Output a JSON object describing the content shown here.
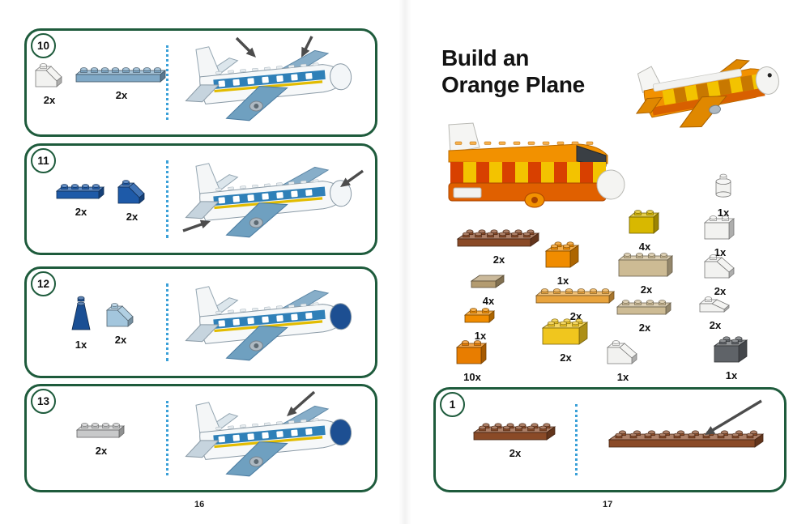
{
  "book": {
    "accent_green": "#1e5b3c",
    "dotted_blue": "#3aa0d8",
    "left_page": {
      "page_number": "16",
      "steps": [
        {
          "number": "10",
          "plane": {
            "nose": "white",
            "arrows": "top-two"
          },
          "parts": [
            {
              "qty": "2x",
              "name": "white-wedge-2x2",
              "kind": "slope",
              "color": "#f2f2f0",
              "studs": 1
            },
            {
              "qty": "2x",
              "name": "sand-blue-plate-1x8",
              "kind": "plate",
              "color": "#7fa8c6",
              "studs": 8
            }
          ]
        },
        {
          "number": "11",
          "plane": {
            "nose": "white",
            "arrows": "tail-pair"
          },
          "parts": [
            {
              "qty": "2x",
              "name": "blue-plate-1x4",
              "kind": "plate",
              "color": "#1e5aa8",
              "studs": 4
            },
            {
              "qty": "2x",
              "name": "blue-slope-1x2",
              "kind": "slope",
              "color": "#1e5aa8",
              "studs": 1
            }
          ]
        },
        {
          "number": "12",
          "plane": {
            "nose": "blue",
            "arrows": "none"
          },
          "parts": [
            {
              "qty": "1x",
              "name": "blue-nose-cone",
              "kind": "cone",
              "color": "#1b4f94"
            },
            {
              "qty": "2x",
              "name": "light-blue-slope-1x2",
              "kind": "slope",
              "color": "#a3c6dd",
              "studs": 1
            }
          ]
        },
        {
          "number": "13",
          "plane": {
            "nose": "blue",
            "arrows": "top-one"
          },
          "parts": [
            {
              "qty": "2x",
              "name": "light-gray-plate-1x4",
              "kind": "plate",
              "color": "#c8c9ca",
              "studs": 4
            }
          ]
        }
      ]
    },
    "right_page": {
      "title_line1": "Build an",
      "title_line2": "Orange Plane",
      "page_number": "17",
      "parts": [
        {
          "qty": "2x",
          "name": "brown-plate-2x6",
          "kind": "plate",
          "color": "#8a4a27",
          "studs": 6,
          "rows": 2
        },
        {
          "qty": "4x",
          "name": "dark-tan-tile-2x2",
          "kind": "tile",
          "color": "#b39b70",
          "studs": 2,
          "rows": 2
        },
        {
          "qty": "1x",
          "name": "orange-plate-1x2",
          "kind": "plate",
          "color": "#f08c00",
          "studs": 2
        },
        {
          "qty": "10x",
          "name": "orange-brick-1x2",
          "kind": "brick",
          "color": "#e87d00",
          "studs": 2
        },
        {
          "qty": "1x",
          "name": "orange-brick-2x2",
          "kind": "brick",
          "color": "#f08c00",
          "studs": 2,
          "rows": 2
        },
        {
          "qty": "2x",
          "name": "medium-orange-plate-1x6",
          "kind": "plate",
          "color": "#e8a33d",
          "studs": 6
        },
        {
          "qty": "2x",
          "name": "yellow-brick-2x3",
          "kind": "brick",
          "color": "#f0c61e",
          "studs": 3,
          "rows": 2
        },
        {
          "qty": "4x",
          "name": "dark-yellow-brick-1x2",
          "kind": "brick",
          "color": "#d8b800",
          "studs": 2
        },
        {
          "qty": "2x",
          "name": "tan-brick-1x4",
          "kind": "brick",
          "color": "#cdbb94",
          "studs": 4
        },
        {
          "qty": "2x",
          "name": "tan-plate-1x4",
          "kind": "plate",
          "color": "#cdbb94",
          "studs": 4
        },
        {
          "qty": "1x",
          "name": "white-slope-1x2",
          "kind": "slope",
          "color": "#f2f2f0",
          "studs": 1
        },
        {
          "qty": "1x",
          "name": "white-round-brick-1x1",
          "kind": "round",
          "color": "#f2f2f0"
        },
        {
          "qty": "1x",
          "name": "white-brick-1x2",
          "kind": "brick",
          "color": "#f2f2f0",
          "studs": 2
        },
        {
          "qty": "2x",
          "name": "white-slope-1x2-b",
          "kind": "slope",
          "color": "#f2f2f0",
          "studs": 1
        },
        {
          "qty": "2x",
          "name": "white-wedge-plate-1x2",
          "kind": "slope",
          "color": "#f2f2f0",
          "studs": 1,
          "thin": true
        },
        {
          "qty": "1x",
          "name": "dark-gray-brick-2x2",
          "kind": "brick",
          "color": "#5f6368",
          "studs": 2,
          "rows": 2
        }
      ],
      "step1": {
        "number": "1",
        "parts": [
          {
            "qty": "2x",
            "name": "brown-plate-2x6",
            "kind": "plate",
            "color": "#8a4a27",
            "studs": 6,
            "rows": 2
          }
        ],
        "result": {
          "name": "brown-plate-2x10",
          "kind": "plate",
          "color": "#8a4a27",
          "studs": 10,
          "rows": 2
        }
      }
    }
  }
}
